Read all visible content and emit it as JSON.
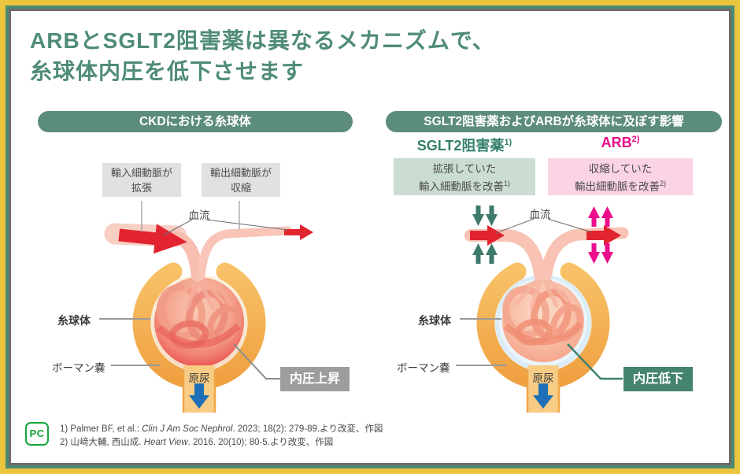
{
  "title": {
    "line1": "ARBとSGLT2阻害薬は異なるメカニズムで、",
    "line2": "糸球体内圧を低下させます"
  },
  "left_panel": {
    "header": "CKDにおける糸球体",
    "afferent_box": {
      "line1": "輸入細動脈が",
      "line2": "拡張"
    },
    "efferent_box": {
      "line1": "輸出細動脈が",
      "line2": "収縮"
    },
    "blood_flow_label": "血流",
    "glomerulus_label": "糸球体",
    "bowman_label": "ボーマン嚢",
    "urine_label": "原尿",
    "pressure_box": "内圧上昇"
  },
  "right_panel": {
    "header": "SGLT2阻害薬およびARBが糸球体に及ぼす影響",
    "sglt2": {
      "label": "SGLT2阻害薬",
      "sup": "1)",
      "box_line1": "拡張していた",
      "box_line2": "輸入細動脈を改善",
      "box_sup": "1)"
    },
    "arb": {
      "label": "ARB",
      "sup": "2)",
      "box_line1": "収縮していた",
      "box_line2": "輸出細動脈を改善",
      "box_sup": "2)"
    },
    "blood_flow_label": "血流",
    "glomerulus_label": "糸球体",
    "bowman_label": "ボーマン嚢",
    "urine_label": "原尿",
    "pressure_box": "内圧低下"
  },
  "footer": {
    "logo_text": "PC",
    "references": [
      {
        "prefix": "1) Palmer BF, et al.: ",
        "journal": "Clin J Am Soc Nephrol",
        "suffix": ". 2023; 18(2): 279-89.より改変、作図"
      },
      {
        "prefix": "2) 山﨑大輔, 西山成. ",
        "journal": "Heart View",
        "suffix": ". 2016. 20(10); 80-5.より改変、作図"
      }
    ]
  },
  "icons": {
    "blood_flow_arrow": "red-right-arrow",
    "urine_arrow": "blue-down-arrow",
    "sglt2_effect_arrows": "teal-double-arrows-inward-constriction",
    "arb_effect_arrows": "magenta-double-arrows-outward-dilation"
  },
  "colors": {
    "frame_yellow": "#EBC53E",
    "frame_green": "#4C8A73",
    "frame_gray": "#6F6B68",
    "title_green": "#4F8C76",
    "pill_teal": "#5C8C7E",
    "sglt2_green": "#35806C",
    "arb_magenta": "#E60A8A",
    "sage_box_bg": "#CBDCD2",
    "pink_box_bg": "#FAD3E5",
    "gray_box_bg": "#E1E1E1",
    "pressure_up_bg": "#9D9D9D",
    "pressure_down_bg": "#44836F",
    "capsule_orange": "#F2A843",
    "blood_red": "#E2242F",
    "urine_blue": "#1E6FB5",
    "low_pressure_blue_ring": "#D9ECF7",
    "logo_green": "#17A53C"
  }
}
